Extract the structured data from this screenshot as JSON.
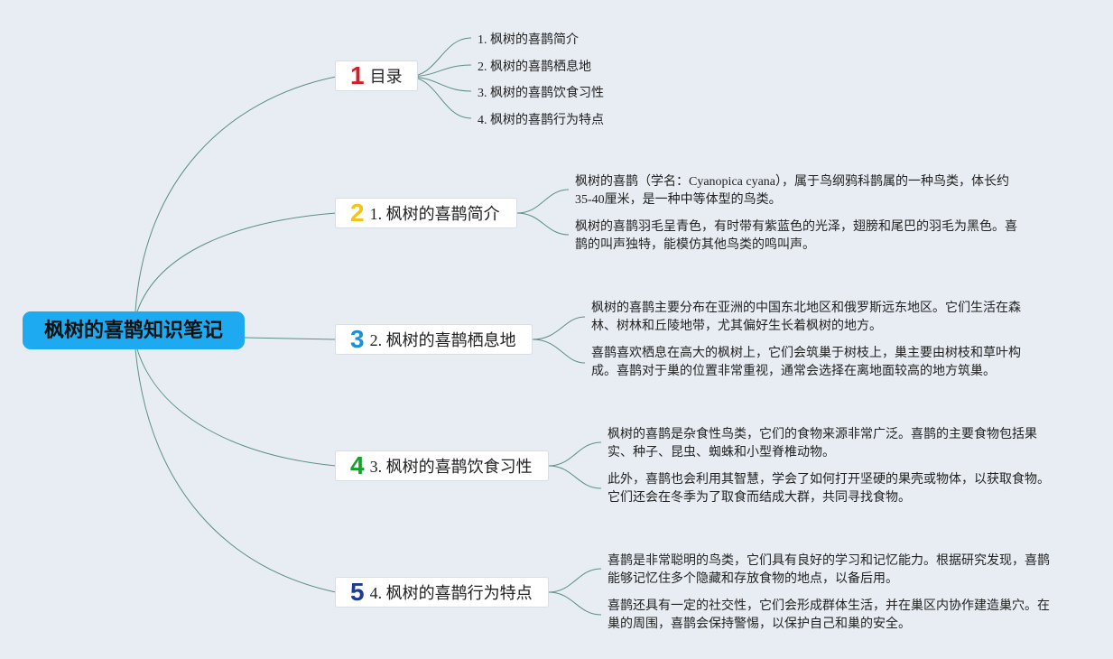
{
  "root": {
    "label": "枫树的喜鹊知识笔记"
  },
  "topics": [
    {
      "badge": "1",
      "label": "目录"
    },
    {
      "badge": "2",
      "label": "1. 枫树的喜鹊简介"
    },
    {
      "badge": "3",
      "label": "2. 枫树的喜鹊栖息地"
    },
    {
      "badge": "4",
      "label": "3. 枫树的喜鹊饮食习性"
    },
    {
      "badge": "5",
      "label": "4. 枫树的喜鹊行为特点"
    }
  ],
  "toc": [
    "1. 枫树的喜鹊简介",
    "2. 枫树的喜鹊栖息地",
    "3. 枫树的喜鹊饮食习性",
    "4. 枫树的喜鹊行为特点"
  ],
  "details": {
    "intro": [
      "枫树的喜鹊（学名：Cyanopica cyana），属于鸟纲鸦科鹊属的一种鸟类，体长约35-40厘米，是一种中等体型的鸟类。",
      "枫树的喜鹊羽毛呈青色，有时带有紫蓝色的光泽，翅膀和尾巴的羽毛为黑色。喜鹊的叫声独特，能模仿其他鸟类的鸣叫声。"
    ],
    "habitat": [
      "枫树的喜鹊主要分布在亚洲的中国东北地区和俄罗斯远东地区。它们生活在森林、树林和丘陵地带，尤其偏好生长着枫树的地方。",
      "喜鹊喜欢栖息在高大的枫树上，它们会筑巢于树枝上，巢主要由树枝和草叶构成。喜鹊对于巢的位置非常重视，通常会选择在离地面较高的地方筑巢。"
    ],
    "diet": [
      "枫树的喜鹊是杂食性鸟类，它们的食物来源非常广泛。喜鹊的主要食物包括果实、种子、昆虫、蜘蛛和小型脊椎动物。",
      "此外，喜鹊也会利用其智慧，学会了如何打开坚硬的果壳或物体，以获取食物。它们还会在冬季为了取食而结成大群，共同寻找食物。"
    ],
    "behavior": [
      "喜鹊是非常聪明的鸟类，它们具有良好的学习和记忆能力。根据研究发现，喜鹊能够记忆住多个隐藏和存放食物的地点，以备后用。",
      "喜鹊还具有一定的社交性，它们会形成群体生活，并在巢区内协作建造巢穴。在巢的周围，喜鹊会保持警惕，以保护自己和巢的安全。"
    ]
  },
  "colors": {
    "root_bg": "#1eaaf1",
    "connector": "#5b8f86",
    "background": "#e7edf3"
  }
}
